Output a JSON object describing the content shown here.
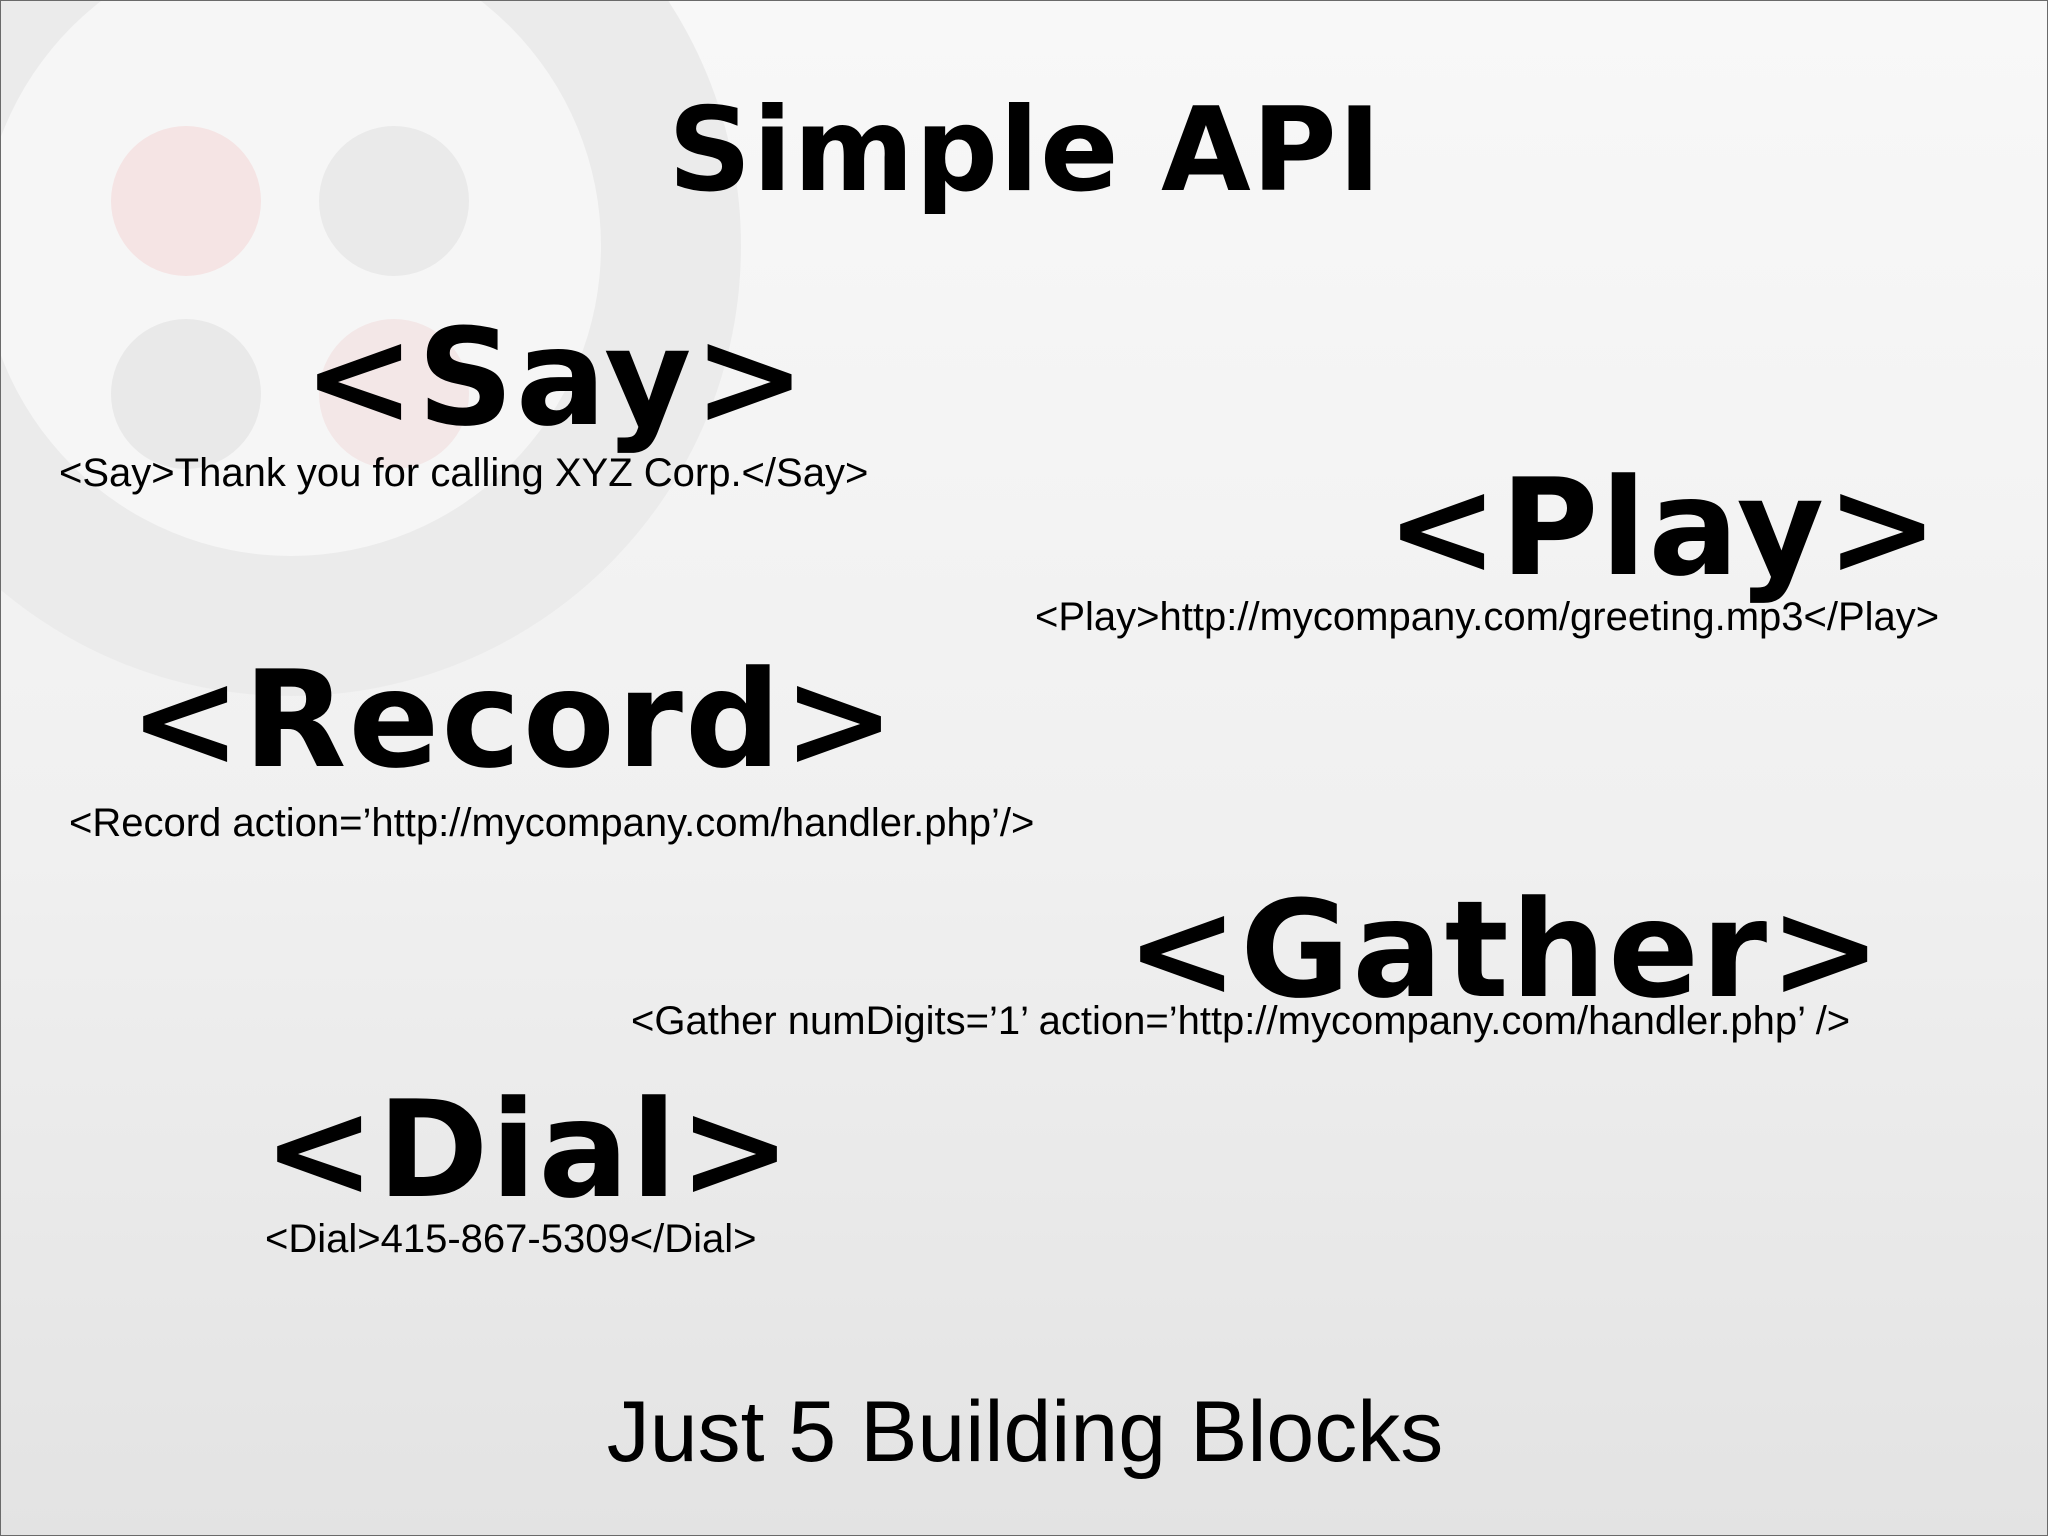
{
  "slide": {
    "title": "Simple API",
    "footer": "Just 5 Building Blocks",
    "watermark_icon": "twilio-logo-icon",
    "verbs": {
      "say": {
        "tag": "<Say>",
        "example": "<Say>Thank you for calling XYZ Corp.</Say>"
      },
      "play": {
        "tag": "<Play>",
        "example": "<Play>http://mycompany.com/greeting.mp3</Play>"
      },
      "record": {
        "tag": "<Record>",
        "example": "<Record action=’http://mycompany.com/handler.php’/>"
      },
      "gather": {
        "tag": "<Gather>",
        "example": "<Gather numDigits=’1’ action=’http://mycompany.com/handler.php’ />"
      },
      "dial": {
        "tag": "<Dial>",
        "example": "<Dial>415-867-5309</Dial>"
      }
    }
  },
  "colors": {
    "text": "#000000",
    "background": "#f2f2f2",
    "watermark_accent": "#f5e4e4"
  }
}
